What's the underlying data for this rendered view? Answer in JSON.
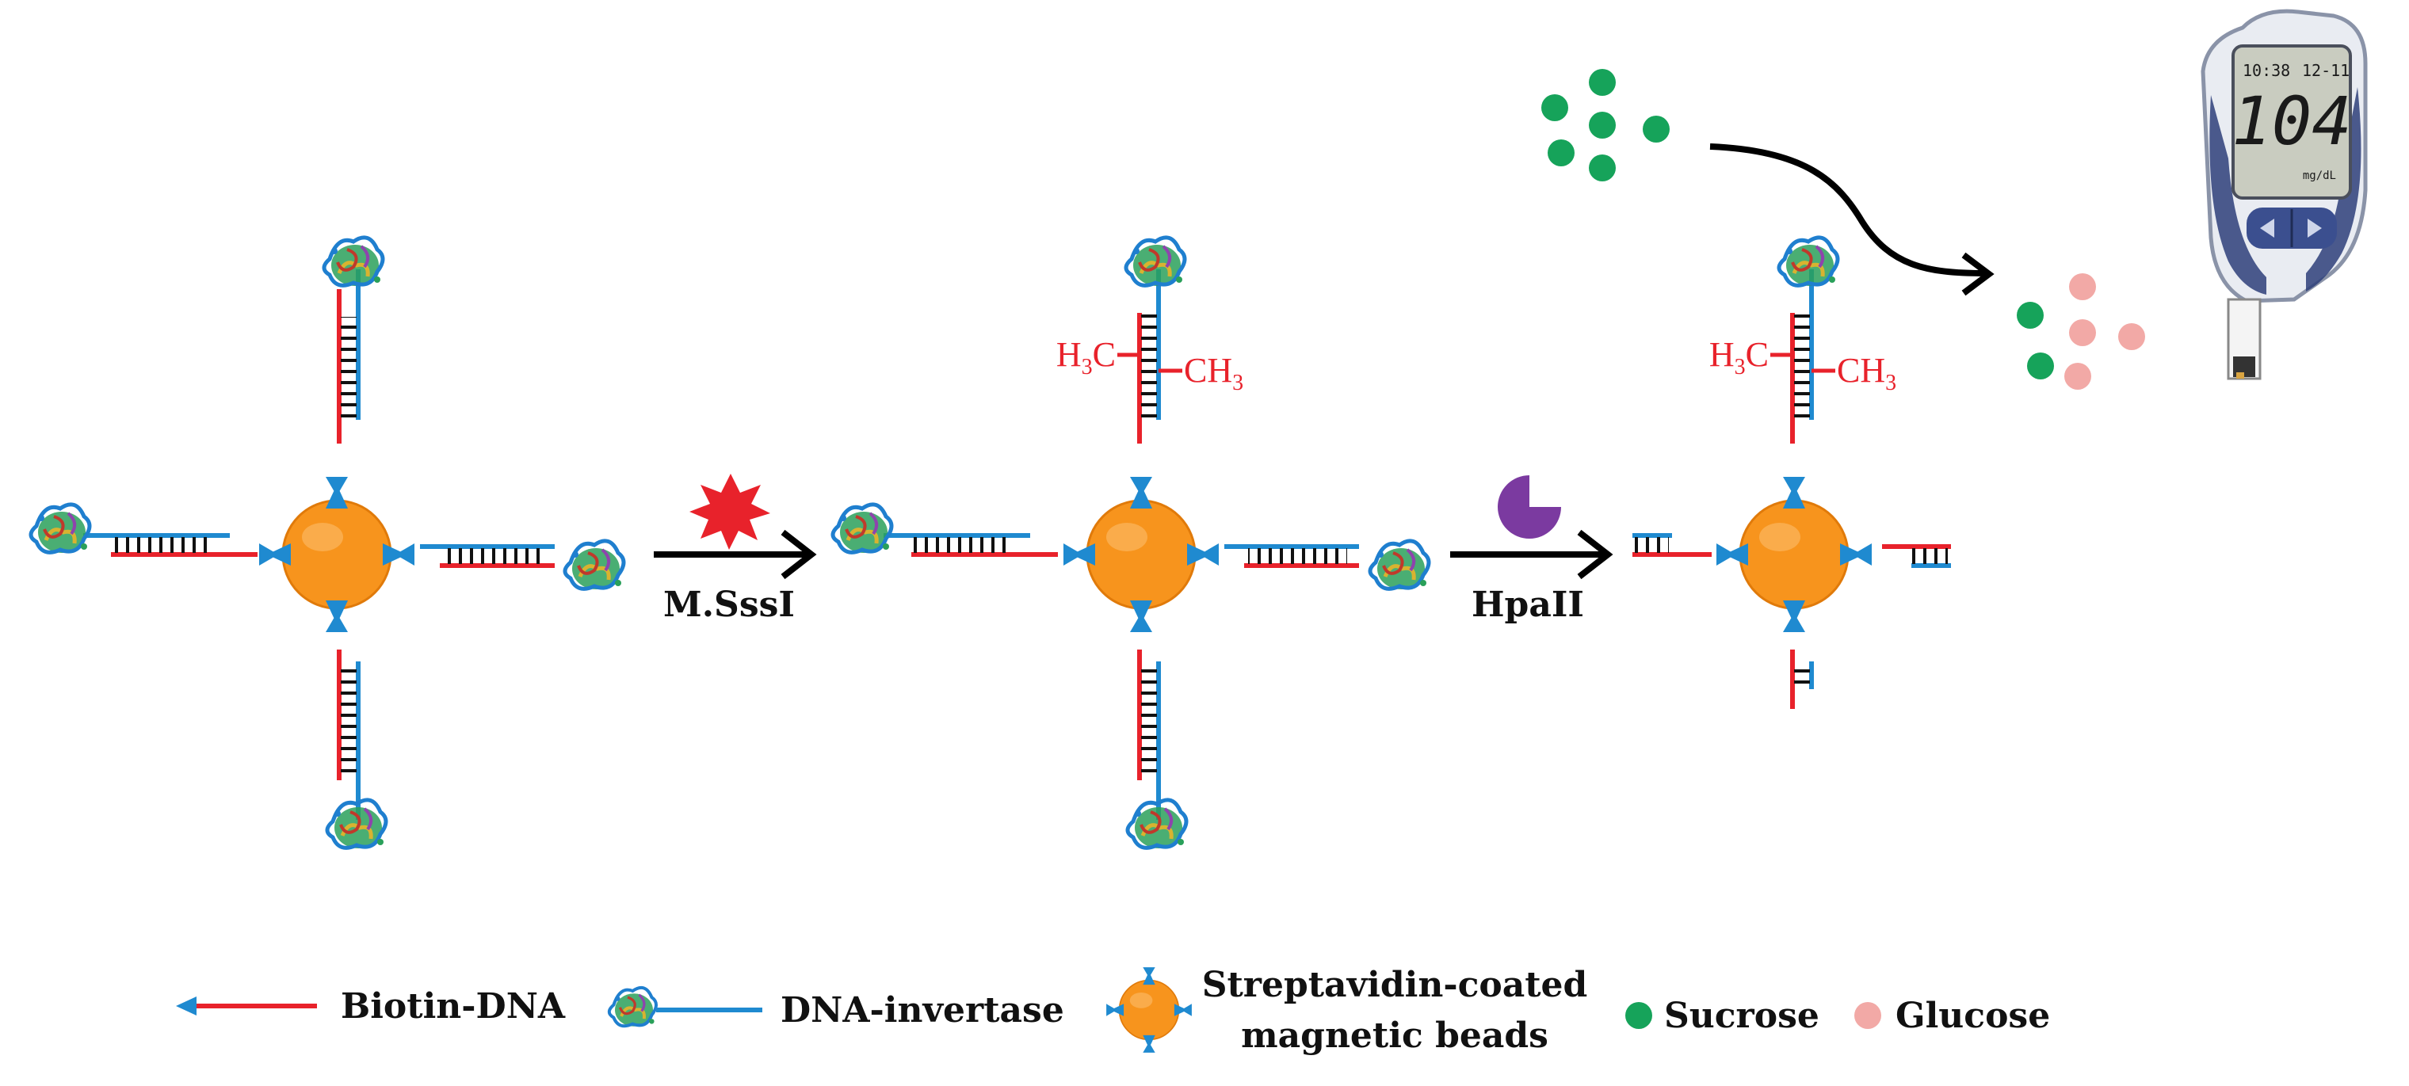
{
  "step_labels": {
    "methylation_enzyme": "M.SssI",
    "restriction_enzyme": "HpaII"
  },
  "methyl": {
    "left_H": "H",
    "left_sub": "3",
    "left_C": "C",
    "right_CH": "CH",
    "right_sub": "3"
  },
  "meter": {
    "time": "10:38",
    "date": "12-11",
    "reading": "104",
    "unit": "mg/dL"
  },
  "legend": {
    "biotin_dna": "Biotin-DNA",
    "dna_invertase": "DNA-invertase",
    "beads_line1": "Streptavidin-coated",
    "beads_line2": "magnetic beads",
    "sucrose": "Sucrose",
    "glucose": "Glucose"
  },
  "colors": {
    "biotin_dna": "#e8222b",
    "dna_invertase": "#1f8ad0",
    "bead": "#f7941d",
    "sucrose": "#16a35a",
    "glucose": "#f2a9a6",
    "methyltransferase": "#e8222b",
    "hpaii": "#7b3aa0"
  }
}
